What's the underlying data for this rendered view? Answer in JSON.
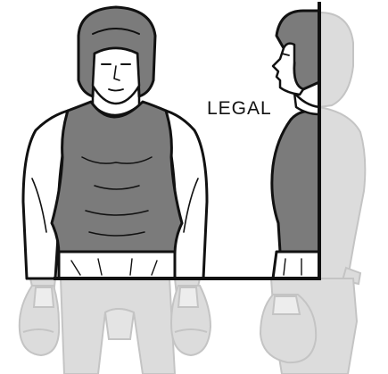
{
  "diagram": {
    "label": "LEGAL",
    "colors": {
      "outline": "#111111",
      "headgear_fill": "#7b7b7b",
      "top_fill": "#7b7b7b",
      "skin_fill": "#ffffff",
      "faded_fill": "#d9d9d9",
      "faded_stroke": "#bdbdbd",
      "boundary_line": "#111111"
    },
    "icons": [
      "boxer-front-figure",
      "boxer-side-figure",
      "boxing-glove"
    ]
  }
}
